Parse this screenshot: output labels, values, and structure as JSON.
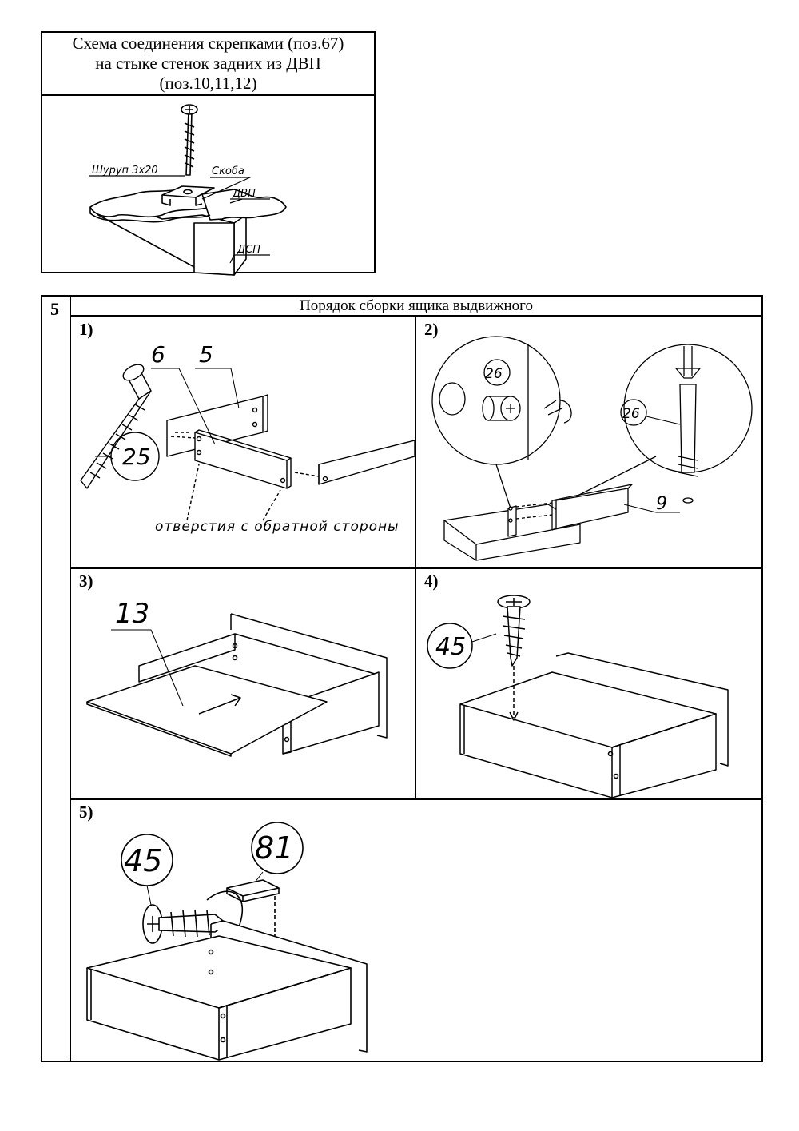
{
  "top_block": {
    "title_lines": [
      "Схема соединения скрепками (поз.67)",
      "на стыке стенок задних из ДВП",
      "(поз.10,11,12)"
    ],
    "labels": {
      "screw": "Шуруп 3х20",
      "bracket": "Скоба",
      "dvp": "ДВП",
      "dsp": "ДСП"
    }
  },
  "section": {
    "number": "5",
    "title": "Порядок сборки ящика выдвижного",
    "steps": [
      {
        "label": "1)",
        "parts": [
          "6",
          "5",
          "25"
        ],
        "note": "отверстия с обратной стороны"
      },
      {
        "label": "2)",
        "parts": [
          "26",
          "26",
          "9"
        ]
      },
      {
        "label": "3)",
        "parts": [
          "13"
        ]
      },
      {
        "label": "4)",
        "parts": [
          "45"
        ]
      },
      {
        "label": "5)",
        "parts": [
          "45",
          "81"
        ]
      }
    ]
  }
}
